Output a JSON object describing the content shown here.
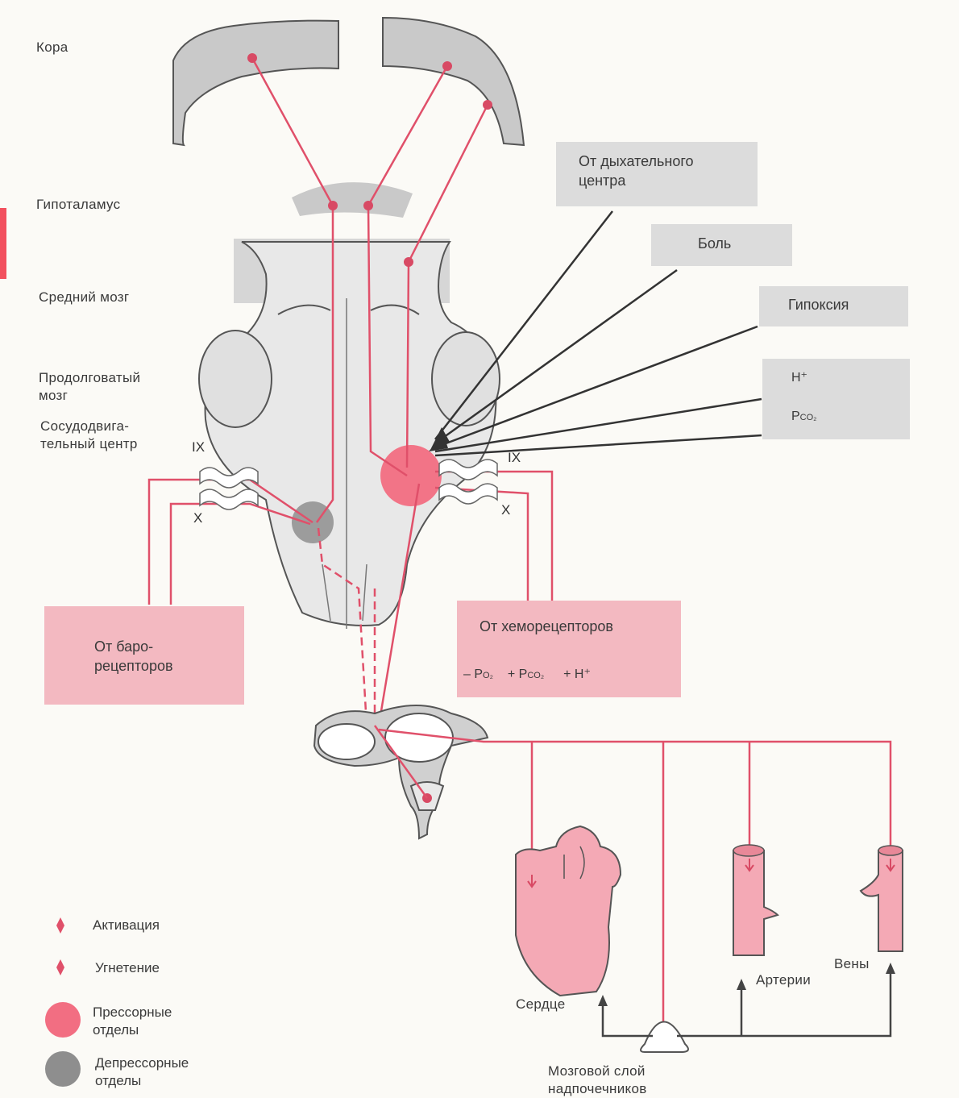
{
  "levels": {
    "cortex": "Кора",
    "hypothalamus": "Гипоталамус",
    "midbrain": "Средний мозг",
    "medulla": "Продолговатый\nмозг",
    "vasomotor": "Сосудодвига-\nтельный центр"
  },
  "inputs": {
    "respiratory": "От дыхательного\nцентра",
    "pain": "Боль",
    "hypoxia": "Гипоксия",
    "h_plus": "H⁺",
    "pco2": "P",
    "pco2_sub": "CO₂"
  },
  "nerves": {
    "ix_left": "IX",
    "x_left": "X",
    "ix_right": "IX",
    "x_right": "X"
  },
  "baroreceptors": "От баро-\nрецепторов",
  "chemoreceptors": {
    "title": "От хеморецепторов",
    "formula": "– P",
    "po2_sub": "O₂",
    "plus_pco2": "+ P",
    "pco2_sub": "CO₂",
    "plus_h": "+ H⁺"
  },
  "targets": {
    "heart": "Сердце",
    "arteries": "Артерии",
    "veins": "Вены",
    "adrenal": "Мозговой слой\nнадпочечников"
  },
  "legend": {
    "activation": "Активация",
    "inhibition": "Угнетение",
    "pressor": "Прессорные\nотделы",
    "depressor": "Депрессорные\nотделы"
  },
  "colors": {
    "pathway": "#e0506a",
    "pressor": "#f06a80",
    "depressor": "#8a8a8a",
    "tissue": "#e6e6e6",
    "organ": "#f4a9b5"
  }
}
